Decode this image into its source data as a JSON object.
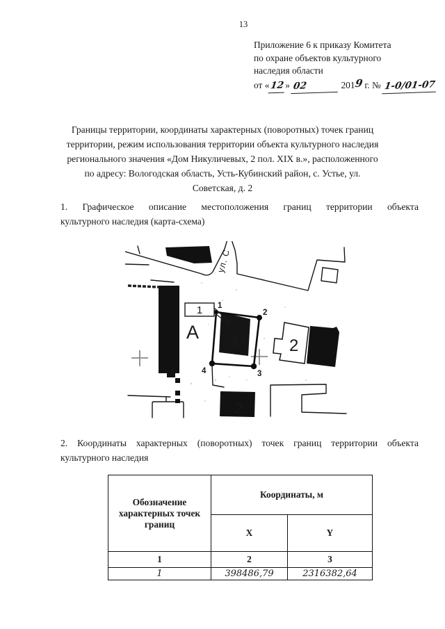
{
  "page_number": "13",
  "appendix": {
    "line1": "Приложение 6 к приказу Комитета",
    "line2": "по охране объектов культурного",
    "line3": "наследия области",
    "date": {
      "prefix": "от «",
      "day": "12",
      "close": "»",
      "month": "02",
      "year_printed": "201",
      "year_hw": "9",
      "year_suffix": "г. №",
      "number": "1-0/01-07"
    }
  },
  "title": {
    "lines": [
      "Границы территории, координаты характерных (поворотных) точек границ",
      "территории, режим использования территории объекта культурного наследия",
      "регионального значения «Дом Никуличевых, 2 пол. XIX в.», расположенного",
      "по адресу: Вологодская область, Усть-Кубинский район, с. Устье, ул.",
      "Советская, д. 2"
    ]
  },
  "section1": {
    "lines": [
      "1. Графическое описание местоположения границ территории объекта",
      "культурного наследия (карта-схема)"
    ]
  },
  "section2": {
    "lines": [
      "2. Координаты характерных (поворотных) точек границ территории объекта",
      "культурного наследия"
    ]
  },
  "map": {
    "street_label": "ул. С",
    "area_label": "А",
    "callout_label": "1",
    "points": [
      "1",
      "2",
      "3",
      "4"
    ],
    "neighbor_building_label": "2",
    "heritage_building_label": "2",
    "south_building_label": "2"
  },
  "table": {
    "col1_header": "Обозначение характерных точек границ",
    "coords_header": "Координаты, м",
    "x_label": "X",
    "y_label": "Y",
    "numbering": [
      "1",
      "2",
      "3"
    ],
    "rows": [
      {
        "point": "1",
        "x": "398486,79",
        "y": "2316382,64"
      }
    ]
  },
  "colors": {
    "ink": "#1a1a1a",
    "paper": "#ffffff"
  }
}
